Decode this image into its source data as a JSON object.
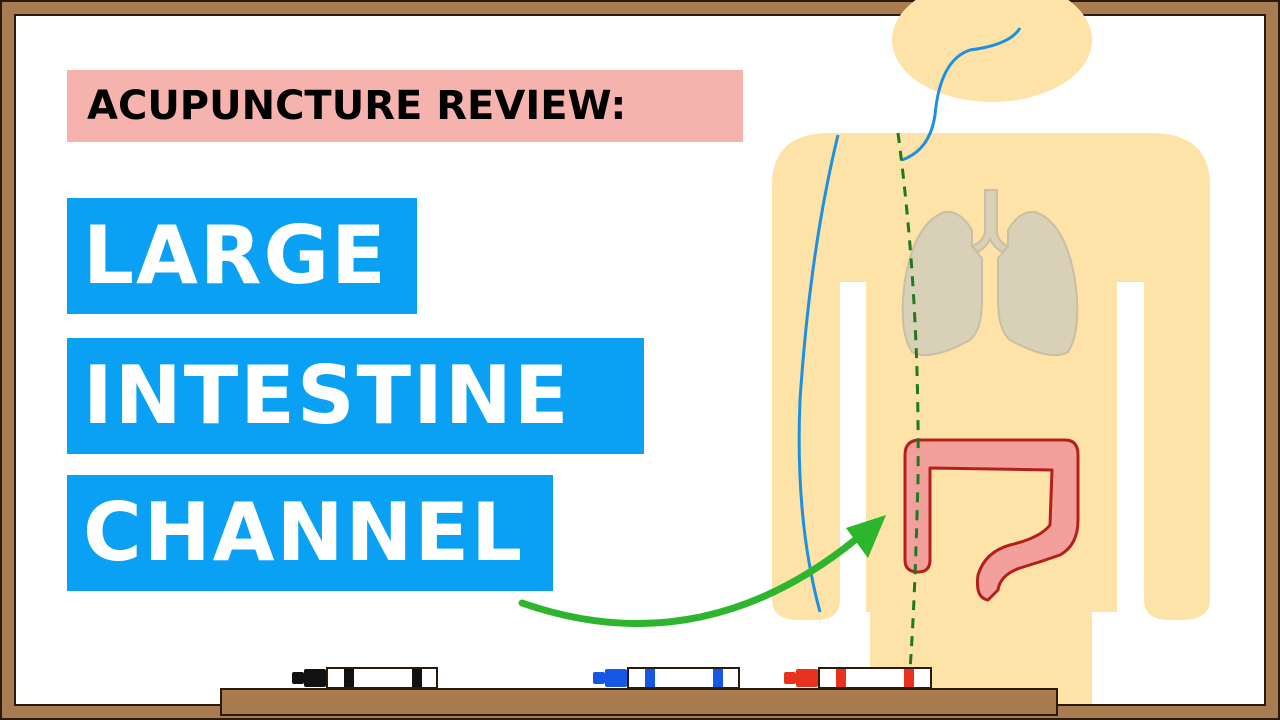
{
  "board": {
    "frame_color": "#a87c4f",
    "surface_color": "#ffffff"
  },
  "heading": {
    "subtitle": "ACUPUNCTURE REVIEW:",
    "subtitle_bg": "#f6b3ad",
    "title_lines": [
      "LARGE",
      "INTESTINE",
      "CHANNEL"
    ],
    "title_bg": "#0aa0f4",
    "title_color": "#ffffff"
  },
  "illustration": {
    "body_color": "#fde3a7",
    "lungs_color": "#d9d0b8",
    "intestine_fill": "#f3a09c",
    "intestine_outline": "#b3201c",
    "channel_line_color": "#1e90e0",
    "dotted_line_color": "#1f7a1f",
    "arrow_color": "#2db52d",
    "icons": [
      "body-silhouette",
      "lungs-icon",
      "large-intestine-icon",
      "pointer-arrow-icon"
    ]
  },
  "markers": [
    {
      "name": "black-marker",
      "color": "#111111"
    },
    {
      "name": "blue-marker",
      "color": "#1658e6"
    },
    {
      "name": "red-marker",
      "color": "#e8321e"
    }
  ]
}
